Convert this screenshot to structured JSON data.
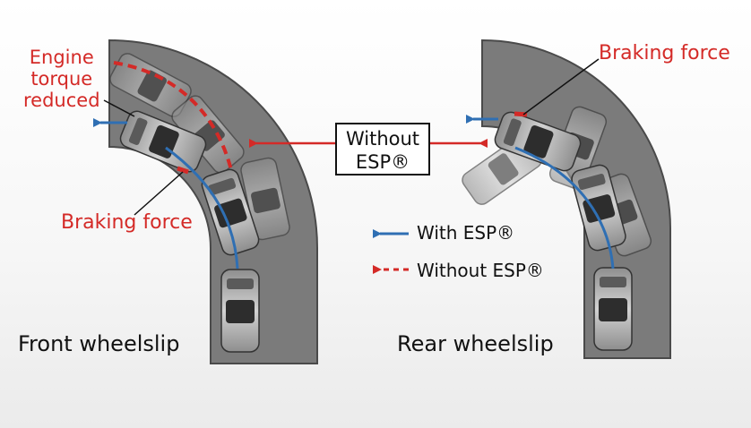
{
  "labels": {
    "engine_line1": "Engine",
    "engine_line2": "torque",
    "engine_line3": "reduced",
    "braking_left": "Braking force",
    "braking_right": "Braking force",
    "front_title": "Front wheelslip",
    "rear_title": "Rear wheelslip",
    "without_box_line1": "Without",
    "without_box_line2": "ESP®",
    "legend_with": "With ESP®",
    "legend_without": "Without ESP®"
  },
  "colors": {
    "road": "#7b7b7b",
    "road_edge": "#4a4a4a",
    "with_esp": "#2f6fb3",
    "without_esp": "#d42a27",
    "car_body": "#b7b7b7",
    "text": "#111111"
  }
}
